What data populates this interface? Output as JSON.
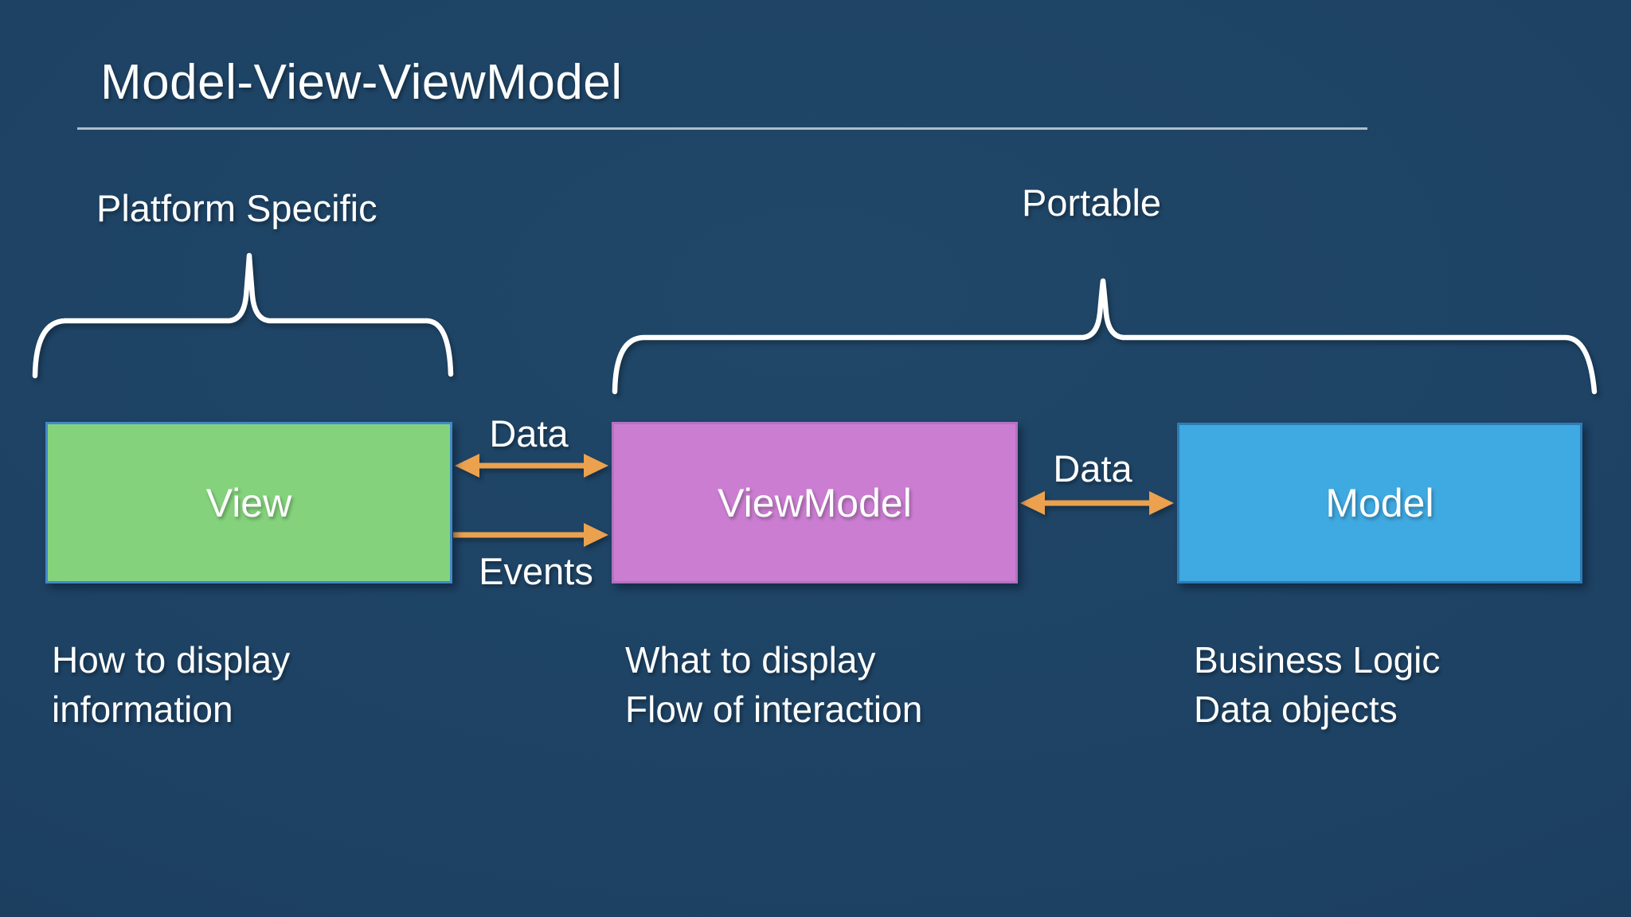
{
  "theme": {
    "background": "#1D4163",
    "background_hi": "#204768",
    "background_lo": "#183755",
    "text": "#FDFEFE",
    "rule": "#C9D3DA",
    "brace": "#FFFFFF",
    "arrow": "#ECA14F",
    "view_fill": "#84D37C",
    "view_border": "#4289C8",
    "viewmodel_fill": "#CB7ED1",
    "viewmodel_border": "#B273C0",
    "model_fill": "#3FA9E1",
    "model_border": "#2E7CB5"
  },
  "title": "Model-View-ViewModel",
  "groups": {
    "platform_specific": "Platform Specific",
    "portable": "Portable"
  },
  "boxes": [
    {
      "label": "View",
      "desc": [
        "How to display",
        "information"
      ]
    },
    {
      "label": "ViewModel",
      "desc": [
        "What to display",
        "Flow of interaction"
      ]
    },
    {
      "label": "Model",
      "desc": [
        "Business Logic",
        "Data objects"
      ]
    }
  ],
  "arrows": [
    {
      "label": "Data",
      "between": "View-ViewModel",
      "direction": "both"
    },
    {
      "label": "Events",
      "between": "View-ViewModel",
      "direction": "right"
    },
    {
      "label": "Data",
      "between": "ViewModel-Model",
      "direction": "both"
    }
  ]
}
